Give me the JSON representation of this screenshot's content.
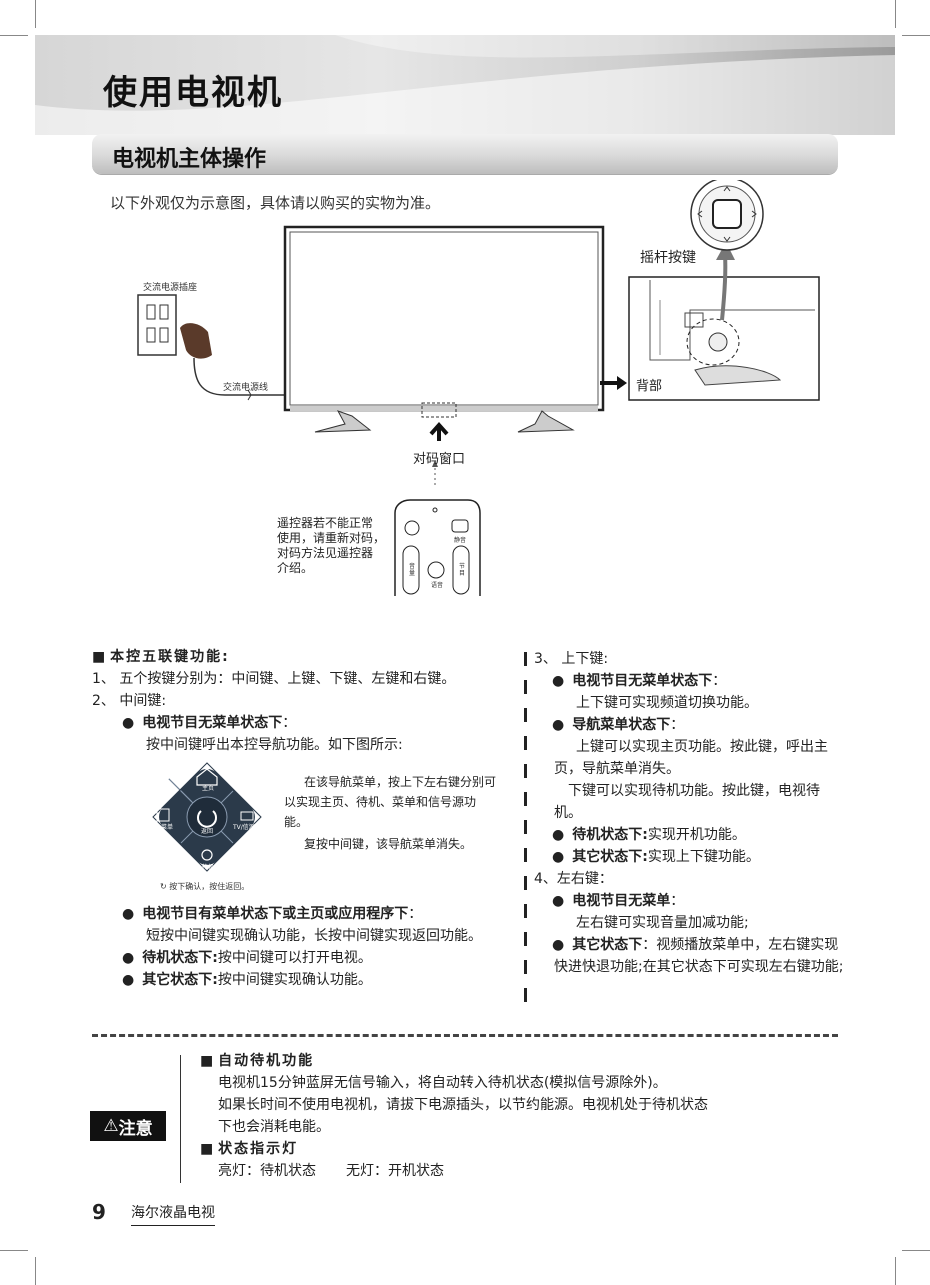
{
  "header": {
    "title": "使用电视机"
  },
  "section": {
    "title": "电视机主体操作"
  },
  "intro": "以下外观仅为示意图，具体请以购买的实物为准。",
  "figure": {
    "joystick_label": "摇杆按键",
    "back_label": "背部",
    "socket_label": "交流电源插座",
    "cord_label": "交流电源线",
    "pair_window_label": "对码窗口",
    "remote_note": [
      "遥控器若不能正常",
      "使用，请重新对码，",
      "对码方法见遥控器",
      "介绍。"
    ],
    "remote_mute": "静音",
    "remote_volume": "音量",
    "remote_voice": "语音",
    "remote_channel": "节目"
  },
  "left_col": {
    "heading": "本控五联键功能:",
    "item1": "1、 五个按键分别为：中间键、上键、下键、左键和右键。",
    "item2": "2、 中间键:",
    "b1_title": "电视节目无菜单状态下",
    "b1_colon": "：",
    "b1_text": "按中间键呼出本控导航功能。如下图所示:",
    "nav_menu": {
      "home": "主页",
      "menu": "菜单",
      "back": "返回",
      "source": "TV/信源",
      "standby": "待机"
    },
    "nav_hint": "按下确认，按住返回。",
    "nav_desc1": "在该导航菜单，按上下左右键分别可以实现主页、待机、菜单和信号源功能。",
    "nav_desc2": "复按中间键，该导航菜单消失。",
    "b2_title": "电视节目有菜单状态下或主页或应用程序下",
    "b2_colon": "：",
    "b2_text": "短按中间键实现确认功能，长按中间键实现返回功能。",
    "b3_title": "待机状态下:",
    "b3_text": "按中间键可以打开电视。",
    "b4_title": "其它状态下:",
    "b4_text": "按中间键实现确认功能。"
  },
  "right_col": {
    "item3": "3、 上下键:",
    "r1_title": "电视节目无菜单状态下",
    "r1_colon": "：",
    "r1_text": "上下键可实现频道切换功能。",
    "r2_title": "导航菜单状态下",
    "r2_colon": "：",
    "r2_text": "上键可以实现主页功能。按此键，呼出主页，导航菜单消失。",
    "r2_text2": "下键可以实现待机功能。按此键，电视待机。",
    "r3_title": "待机状态下:",
    "r3_text": "实现开机功能。",
    "r4_title": "其它状态下:",
    "r4_text": "实现上下键功能。",
    "item4": "4、左右键：",
    "r5_title": "电视节目无菜单",
    "r5_colon": "：",
    "r5_text": "左右键可实现音量加减功能;",
    "r6_title": "其它状态下",
    "r6_text": "：视频播放菜单中，左右键实现快进快退功能;在其它状态下可实现左右键功能;"
  },
  "notice": {
    "badge": "注意",
    "h1": "自动待机功能",
    "p1": "电视机15分钟蓝屏无信号输入，将自动转入待机状态(模拟信号源除外)。",
    "p2": "如果长时间不使用电视机，请拔下电源插头，以节约能源。电视机处于待机状态",
    "p3": "下也会消耗电能。",
    "h2": "状态指示灯",
    "p4a": "亮灯：待机状态",
    "p4b": "无灯：开机状态"
  },
  "footer": {
    "page": "9",
    "brand": "海尔液晶电视"
  }
}
